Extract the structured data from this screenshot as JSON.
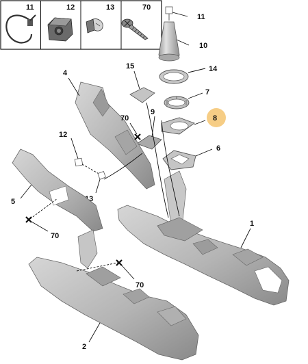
{
  "legend": {
    "cells": [
      {
        "ref": "11",
        "icon": "cable-tie-icon"
      },
      {
        "ref": "12",
        "icon": "bulb-holder-icon"
      },
      {
        "ref": "13",
        "icon": "bulb-icon"
      },
      {
        "ref": "70",
        "icon": "screw-icon"
      }
    ]
  },
  "callouts": {
    "c11": "11",
    "c10": "10",
    "c14": "14",
    "c7": "7",
    "c8": "8",
    "c6": "6",
    "c4": "4",
    "c15": "15",
    "c70a": "70",
    "c9": "9",
    "c12": "12",
    "c13": "13",
    "c5": "5",
    "c70b": "70",
    "c1": "1",
    "c70c": "70",
    "c2": "2"
  },
  "colors": {
    "part_fill": "#b9b9b9",
    "part_shadow": "#8e8e8e",
    "highlight": "#f5c878",
    "ink": "#111111"
  }
}
